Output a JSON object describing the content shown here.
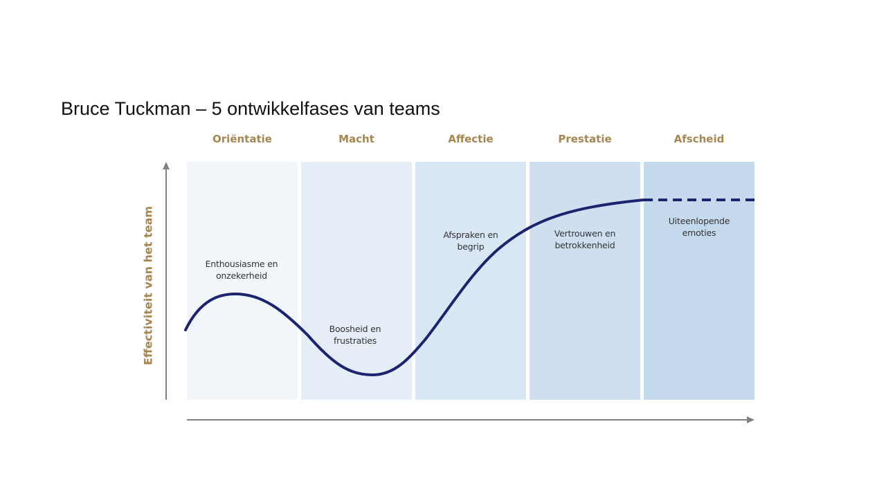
{
  "title": "Bruce Tuckman – 5 ontwikkelfases van teams",
  "y_axis_label": "Effectiviteit van het team",
  "phases": [
    {
      "name": "Oriëntatie",
      "note": [
        "Enthousiasme en",
        "onzekerheid"
      ],
      "color": "#f1f6fb"
    },
    {
      "name": "Macht",
      "note": [
        "Boosheid en",
        "frustraties"
      ],
      "color": "#e5eef7"
    },
    {
      "name": "Affectie",
      "note": [
        "Afspraken en",
        "begrip"
      ],
      "color": "#d9e6f3"
    },
    {
      "name": "Prestatie",
      "note": [
        "Vertrouwen en",
        "betrokkenheid"
      ],
      "color": "#cfdfef"
    },
    {
      "name": "Afscheid",
      "note": [
        "Uiteenlopende",
        "emoties"
      ],
      "color": "#c4d9ec"
    }
  ],
  "colors": {
    "header_text": "#a58651",
    "curve": "#1c2470",
    "axis": "#808080"
  }
}
